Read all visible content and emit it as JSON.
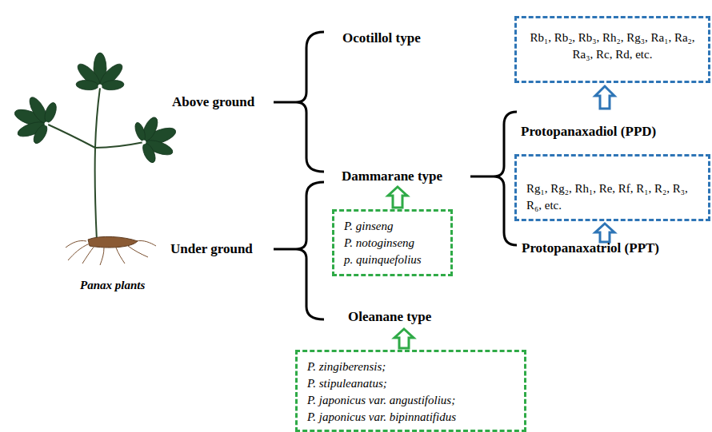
{
  "diagram": {
    "nodes": [
      {
        "text": [
          "Rb₁, Rb₂, Rb₃, Rh₂, Rg₃, Ra₁, Ra₂, Ra₃, Rc, Rd, etc."
        ]
      },
      {
        "text": [
          "Rg₁, Rg₂, Rh₁, Re, Rf, R₁, R₂, R₃, R₆, etc."
        ]
      },
      {
        "text": [
          "P. ginseng",
          "P. notoginseng",
          "p. quinquefolius"
        ]
      },
      {
        "text": [
          "P. zingiberensis;",
          "P. stipuleanatus;",
          "P. japonicus var. angustifolius;",
          "P. japonicus var. bipinnatifidus"
        ]
      }
    ],
    "labels": [
      "Ocotillol type",
      "Above ground",
      "Dammarane type",
      "Protopanaxadiol (PPD)",
      "Under ground",
      "Protopanaxatriol (PPT)",
      "Panax plants",
      "Oleanane type"
    ]
  }
}
